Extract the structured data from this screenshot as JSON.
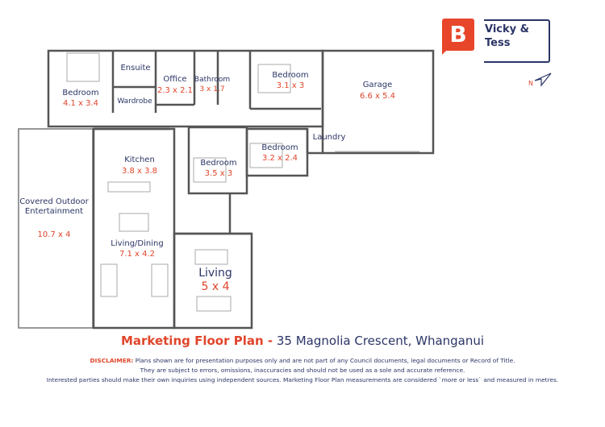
{
  "brand": {
    "logo_letter": "B",
    "name_line1": "Vicky &",
    "name_line2": "Tess",
    "accent": "#e8462a",
    "navy": "#2b3566"
  },
  "compass": {
    "icon": "north-arrow-icon",
    "letter": "N"
  },
  "rooms": [
    {
      "name": "Bedroom",
      "size": "4.1 x 3.4"
    },
    {
      "name": "Ensuite",
      "size": ""
    },
    {
      "name": "Wardrobe",
      "size": ""
    },
    {
      "name": "Office",
      "size": "2.3 x 2.1"
    },
    {
      "name": "Bathroom",
      "size": "3 x 1.7"
    },
    {
      "name": "Bedroom",
      "size": "3.1 x 3"
    },
    {
      "name": "Garage",
      "size": "6.6 x 5.4"
    },
    {
      "name": "Laundry",
      "size": ""
    },
    {
      "name": "Bedroom",
      "size": "3.2 x 2.4"
    },
    {
      "name": "Bedroom",
      "size": "3.5 x 3"
    },
    {
      "name": "Kitchen",
      "size": "3.8 x 3.8"
    },
    {
      "name": "Covered Outdoor Entertainment",
      "size": "10.7 x 4"
    },
    {
      "name": "Living/Dining",
      "size": "7.1 x 4.2"
    },
    {
      "name": "Living",
      "size": "5 x 4"
    }
  ],
  "footer": {
    "title_prefix": "Marketing Floor Plan -",
    "address": "35 Magnolia Crescent, Whanganui",
    "disclaimer_label": "DISCLAIMER:",
    "disclaimer_line1": "Plans shown are for presentation purposes only and are not part of any Council documents, legal documents or Record of Title.",
    "disclaimer_line2": "They are subject to errors, omissions, inaccuracies and should not be used as a sole and accurate reference.",
    "disclaimer_line3": "Interested parties should make their own inquiries using independent sources. Marketing Floor Plan measurements are considered `more or less` and measured in metres."
  }
}
